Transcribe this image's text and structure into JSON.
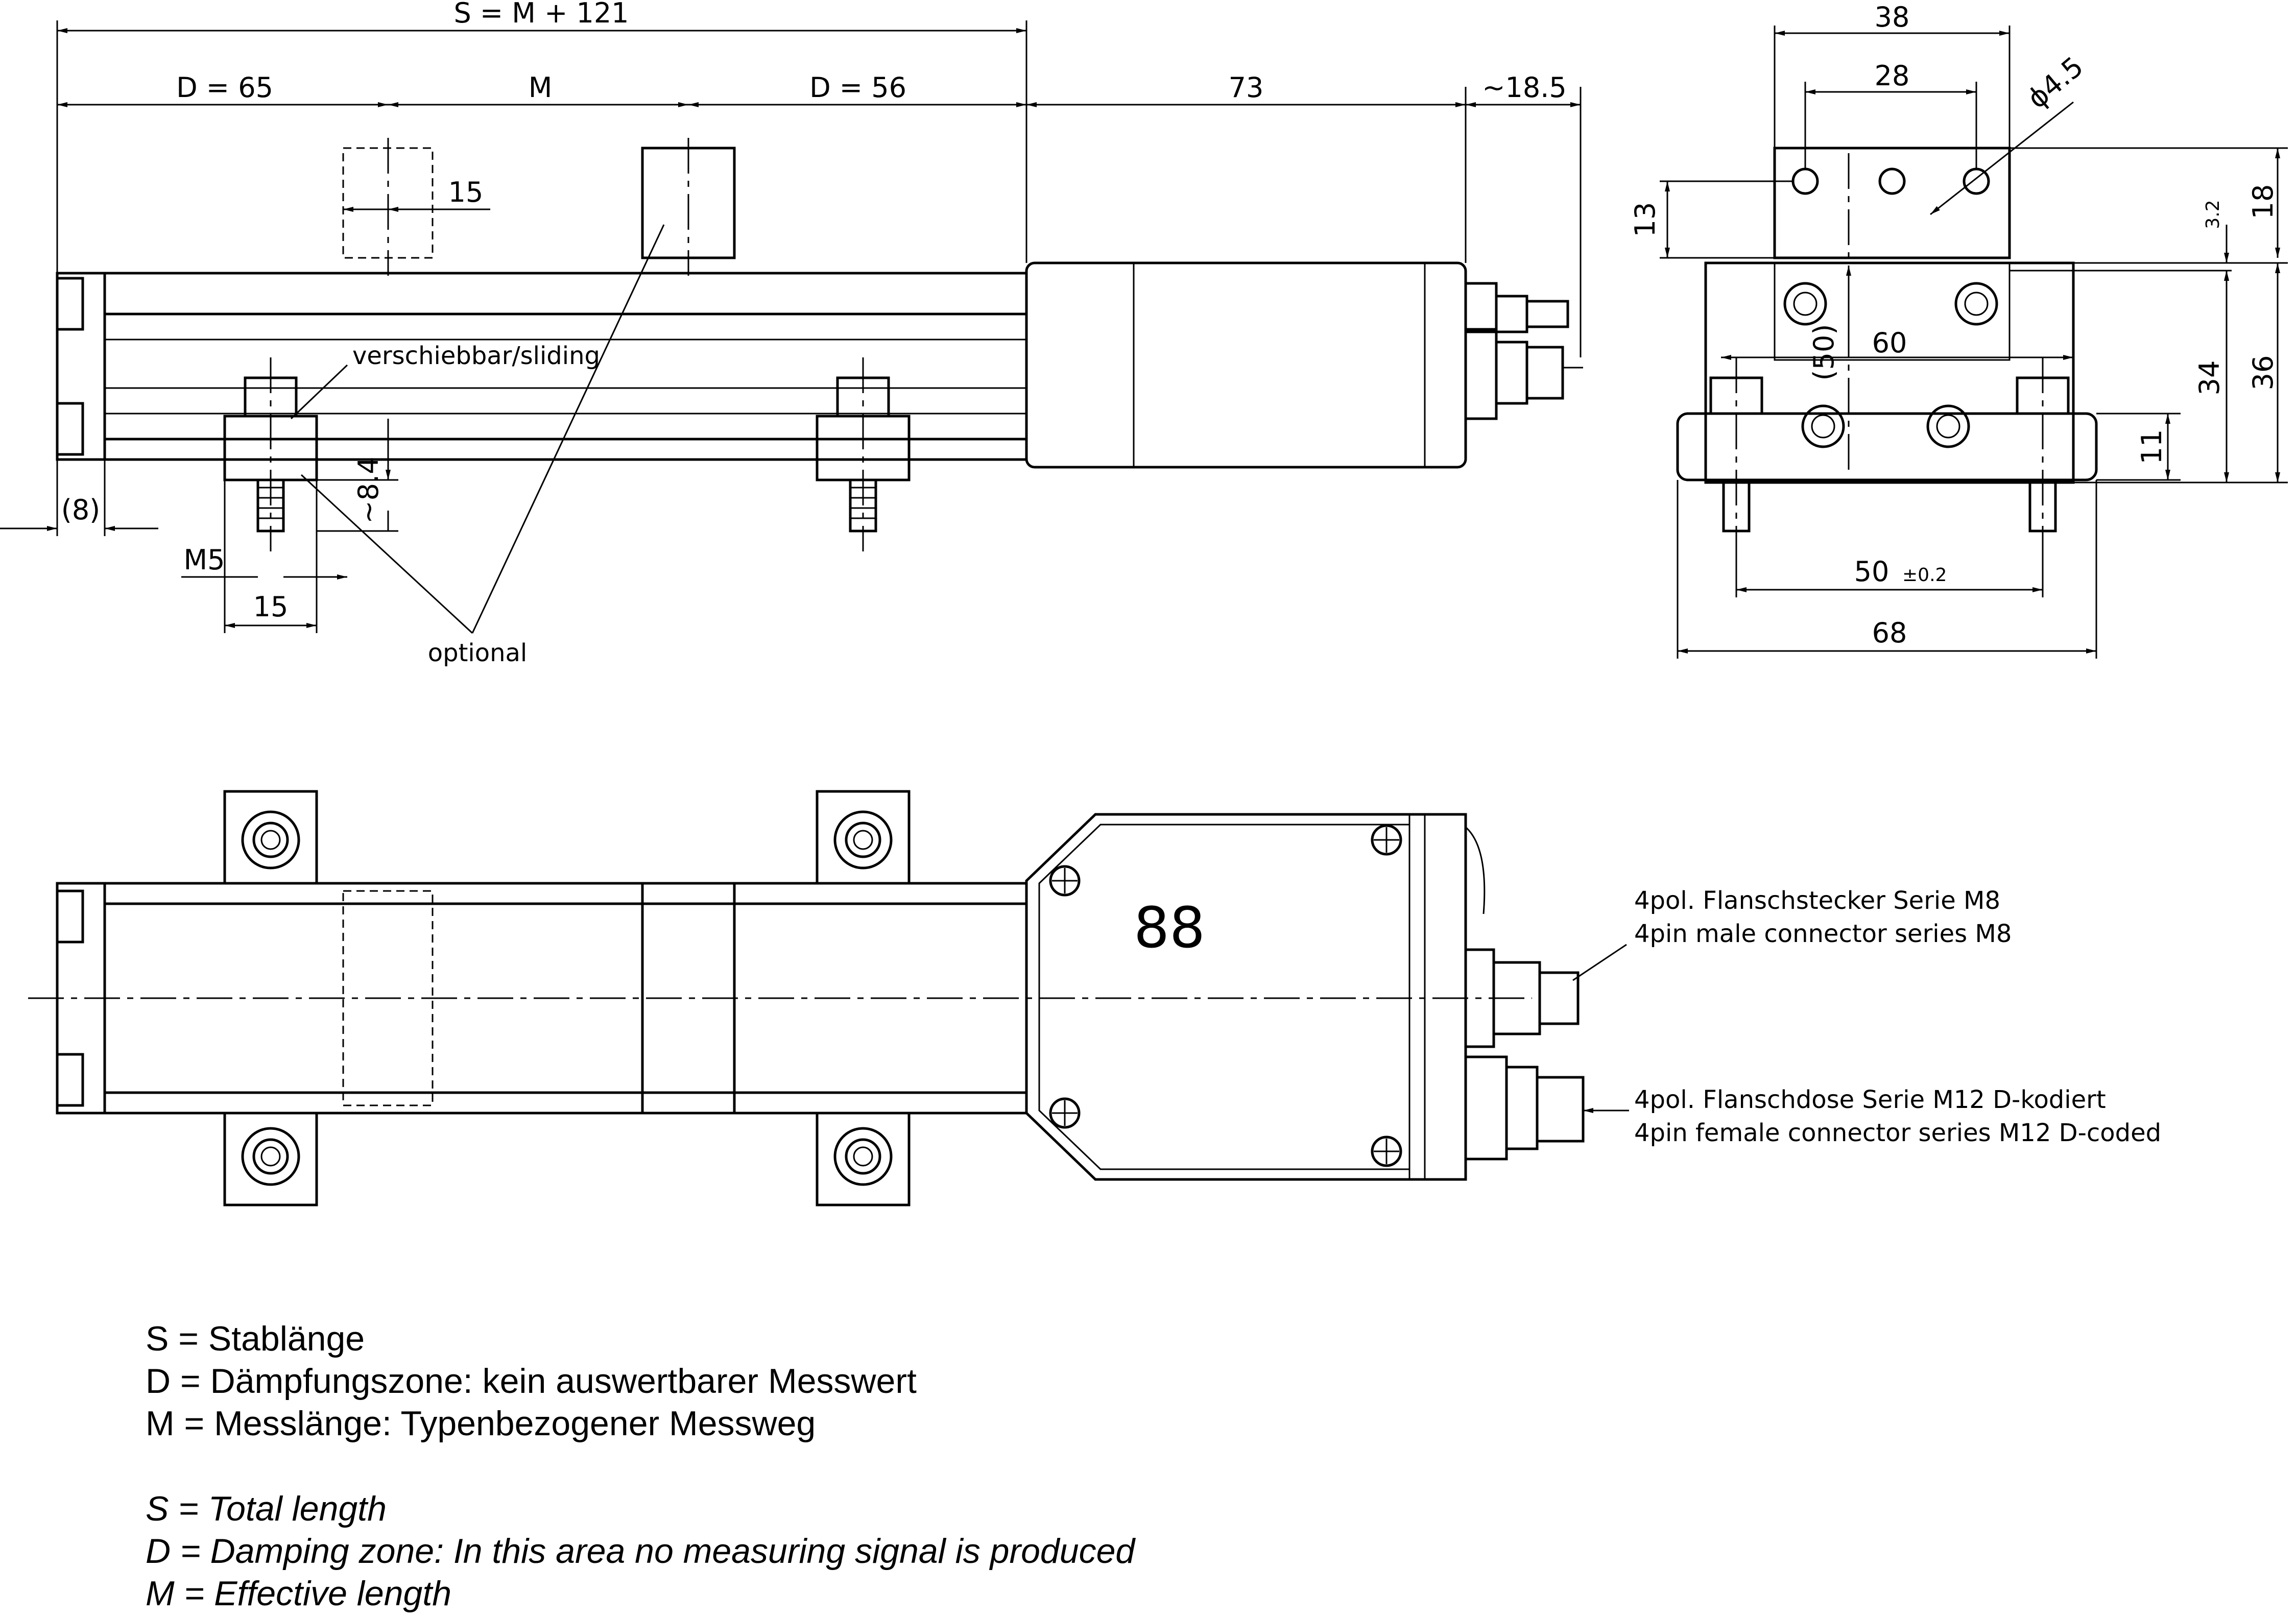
{
  "dimensions": {
    "total": "S = M + 121",
    "d_left": "D = 65",
    "m": "M",
    "d_right": "D = 56",
    "head_len": "73",
    "connector_len": "~18.5",
    "magnet_w": "15",
    "offset_8": "(8)",
    "m5": "M5",
    "foot_w": "15",
    "foot_gap": "~8.4",
    "side_38": "38",
    "side_28": "28",
    "hole_dia": "ϕ4.5",
    "side_13": "13",
    "side_3_2": "3.2",
    "side_18": "18",
    "side_50": "(50)",
    "side_60": "60",
    "side_34": "34",
    "side_36": "36",
    "side_11": "11",
    "side_50tol": "50",
    "side_50tol_sub": "±0.2",
    "side_68": "68"
  },
  "labels": {
    "sliding": "verschiebbar/sliding",
    "optional": "optional",
    "badge": "88",
    "m8_de": "4pol. Flanschstecker Serie M8",
    "m8_en": "4pin male connector series M8",
    "m12_de": "4pol. Flanschdose Serie M12 D-kodiert",
    "m12_en": "4pin female connector series M12 D-coded"
  },
  "legend": {
    "de": [
      "S = Stablänge",
      "D = Dämpfungszone: kein auswertbarer Messwert",
      "M = Messlänge: Typenbezogener Messweg"
    ],
    "en": [
      "S = Total length",
      "D = Damping zone: In this area no measuring signal is produced",
      "M = Effective length"
    ]
  }
}
